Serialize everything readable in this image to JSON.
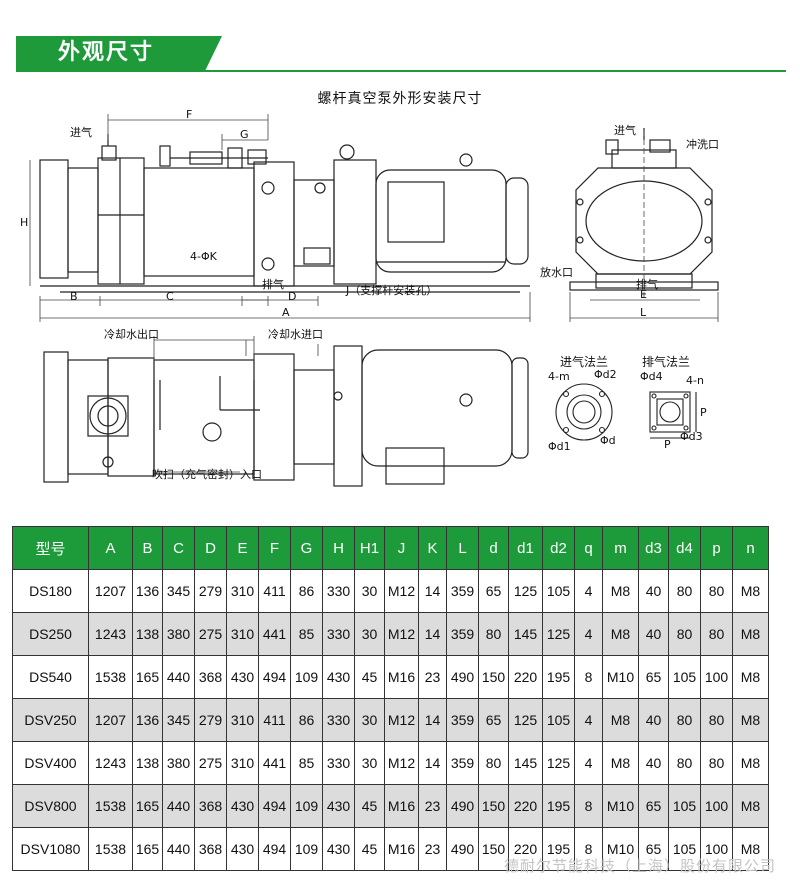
{
  "header": {
    "title": "外观尺寸"
  },
  "drawing": {
    "title": "螺杆真空泵外形安装尺寸",
    "labels": {
      "inlet": "进气",
      "exhaust": "排气",
      "exhaust2": "排气",
      "flush": "冲洗口",
      "drain": "放水口",
      "support": "J（支撑杆安装孔）",
      "hole": "4-ΦK",
      "cooling_out": "冷却水出口",
      "cooling_in": "冷却水进口",
      "purge": "吹扫（充气密封）入口",
      "inlet_flange": "进气法兰",
      "exhaust_flange": "排气法兰",
      "F": "F",
      "G": "G",
      "H": "H",
      "B": "B",
      "C": "C",
      "D": "D",
      "A": "A",
      "E": "E",
      "L": "L",
      "m4": "4-m",
      "d2": "Φd2",
      "d1": "Φd1",
      "d": "Φd",
      "d4": "Φd4",
      "n4": "4-n",
      "p": "P",
      "p2": "P",
      "d3": "Φd3",
      "inlet2": "进气"
    }
  },
  "table": {
    "headers": [
      "型号",
      "A",
      "B",
      "C",
      "D",
      "E",
      "F",
      "G",
      "H",
      "H1",
      "J",
      "K",
      "L",
      "d",
      "d1",
      "d2",
      "q",
      "m",
      "d3",
      "d4",
      "p",
      "n"
    ],
    "rows": [
      [
        "DS180",
        "1207",
        "136",
        "345",
        "279",
        "310",
        "411",
        "86",
        "330",
        "30",
        "M12",
        "14",
        "359",
        "65",
        "125",
        "105",
        "4",
        "M8",
        "40",
        "80",
        "80",
        "M8"
      ],
      [
        "DS250",
        "1243",
        "138",
        "380",
        "275",
        "310",
        "441",
        "85",
        "330",
        "30",
        "M12",
        "14",
        "359",
        "80",
        "145",
        "125",
        "4",
        "M8",
        "40",
        "80",
        "80",
        "M8"
      ],
      [
        "DS540",
        "1538",
        "165",
        "440",
        "368",
        "430",
        "494",
        "109",
        "430",
        "45",
        "M16",
        "23",
        "490",
        "150",
        "220",
        "195",
        "8",
        "M10",
        "65",
        "105",
        "100",
        "M8"
      ],
      [
        "DSV250",
        "1207",
        "136",
        "345",
        "279",
        "310",
        "411",
        "86",
        "330",
        "30",
        "M12",
        "14",
        "359",
        "65",
        "125",
        "105",
        "4",
        "M8",
        "40",
        "80",
        "80",
        "M8"
      ],
      [
        "DSV400",
        "1243",
        "138",
        "380",
        "275",
        "310",
        "441",
        "85",
        "330",
        "30",
        "M12",
        "14",
        "359",
        "80",
        "145",
        "125",
        "4",
        "M8",
        "40",
        "80",
        "80",
        "M8"
      ],
      [
        "DSV800",
        "1538",
        "165",
        "440",
        "368",
        "430",
        "494",
        "109",
        "430",
        "45",
        "M16",
        "23",
        "490",
        "150",
        "220",
        "195",
        "8",
        "M10",
        "65",
        "105",
        "100",
        "M8"
      ],
      [
        "DSV1080",
        "1538",
        "165",
        "440",
        "368",
        "430",
        "494",
        "109",
        "430",
        "45",
        "M16",
        "23",
        "490",
        "150",
        "220",
        "195",
        "8",
        "M10",
        "65",
        "105",
        "100",
        "M8"
      ]
    ]
  },
  "footer": {
    "company": "德耐尔节能科技（上海）股份有限公司"
  },
  "colors": {
    "brand_green": "#1e9a3a",
    "row_alt": "#dcdcdc"
  }
}
